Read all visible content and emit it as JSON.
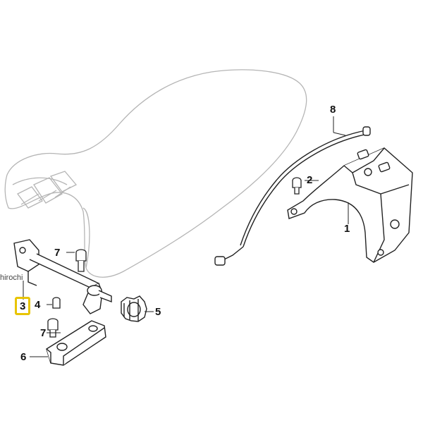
{
  "watermark": "hirochi",
  "callouts": [
    "8",
    "2",
    "1",
    "7",
    "3",
    "4",
    "5",
    "7",
    "6"
  ],
  "highlighted_callout": "3",
  "colors": {
    "highlight": "#e8c400",
    "line": "#222222",
    "seat_line": "#b0b0b0"
  }
}
